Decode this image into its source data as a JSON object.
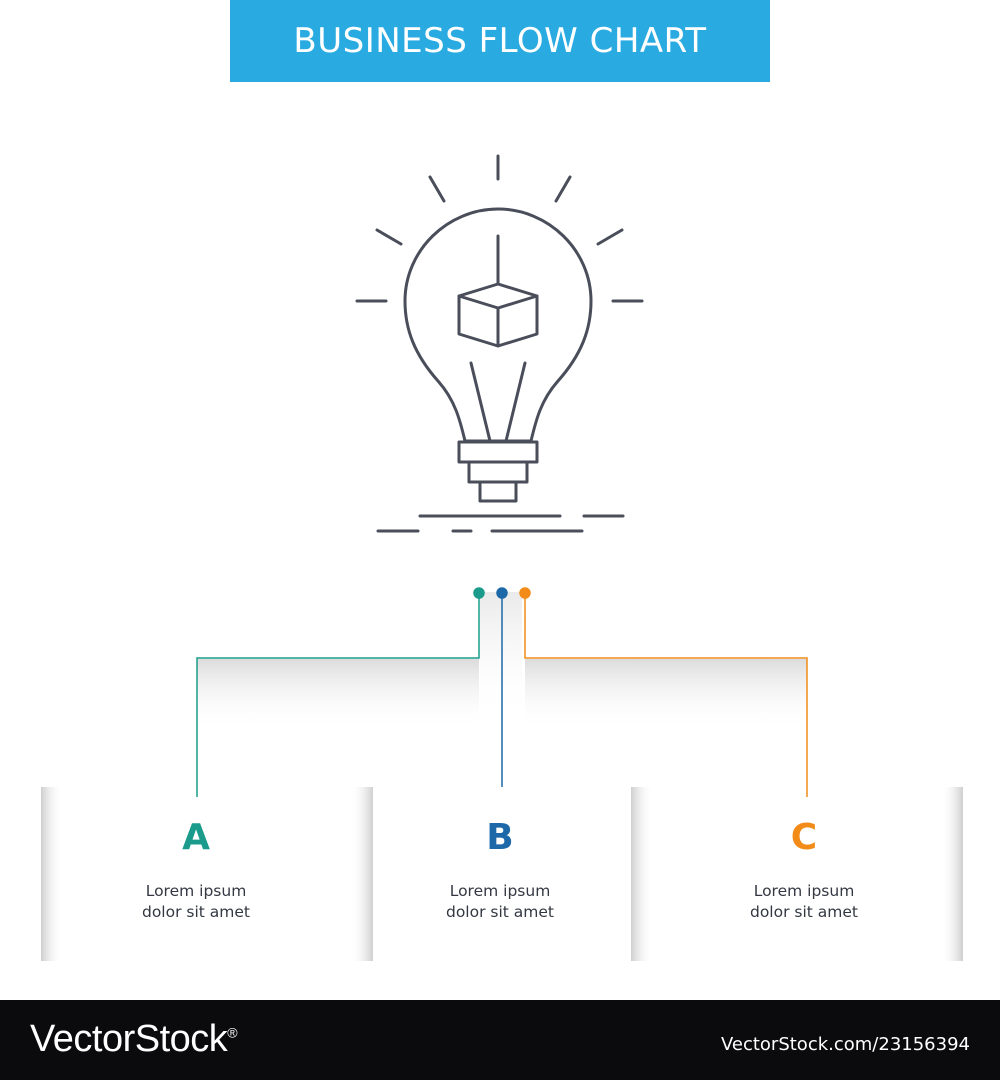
{
  "title": "BUSINESS FLOW CHART",
  "colors": {
    "banner": "#29abe2",
    "icon_stroke": "#4a4e5a",
    "branch_a": "#1a9b8c",
    "branch_b": "#1c68a9",
    "branch_c": "#f28b18"
  },
  "icon": "lightbulb-with-3d-cube-icon",
  "steps": [
    {
      "letter": "A",
      "text_line1": "Lorem ipsum",
      "text_line2": "dolor sit amet"
    },
    {
      "letter": "B",
      "text_line1": "Lorem ipsum",
      "text_line2": "dolor sit amet"
    },
    {
      "letter": "C",
      "text_line1": "Lorem ipsum",
      "text_line2": "dolor sit amet"
    }
  ],
  "footer": {
    "logo": "VectorStock",
    "logo_mark": "®",
    "id_text": "VectorStock.com/23156394"
  }
}
